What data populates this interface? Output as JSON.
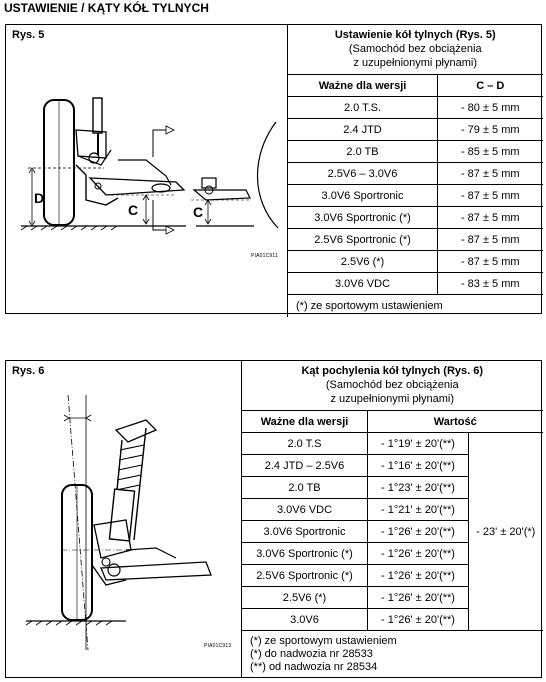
{
  "header": "USTAWIENIE / KĄTY KÓŁ TYLNYCH",
  "top": {
    "fig_label": "Rys. 5",
    "fig_code": "PIA01C911",
    "diagram_labels": {
      "d": "D",
      "c1": "C",
      "c2": "C"
    },
    "title": "Ustawienie kół tylnych (Rys. 5)",
    "subtitle1": "(Samochód bez obciążenia",
    "subtitle2": "z uzupełnionymi płynami)",
    "col1": "Ważne dla wersji",
    "col2": "C – D",
    "rows": [
      {
        "version": "2.0 T.S.",
        "value": "- 80 ± 5 mm"
      },
      {
        "version": "2.4 JTD",
        "value": "- 79 ± 5 mm"
      },
      {
        "version": "2.0 TB",
        "value": "- 85 ± 5 mm"
      },
      {
        "version": "2.5V6 – 3.0V6",
        "value": "- 87 ± 5 mm"
      },
      {
        "version": "3.0V6 Sportronic",
        "value": "- 87 ± 5 mm"
      },
      {
        "version": "3.0V6 Sportronic (*)",
        "value": "- 87 ± 5 mm"
      },
      {
        "version": "2.5V6 Sportronic (*)",
        "value": "- 87 ± 5 mm"
      },
      {
        "version": "2.5V6 (*)",
        "value": "- 87 ± 5 mm"
      },
      {
        "version": "3.0V6 VDC",
        "value": "- 83 ± 5 mm"
      }
    ],
    "note": "(*) ze sportowym ustawieniem"
  },
  "bottom": {
    "fig_label": "Rys. 6",
    "fig_code": "PIA01C913",
    "title": "Kąt pochylenia kół tylnych (Rys. 6)",
    "subtitle1": "(Samochód bez obciążenia",
    "subtitle2": "z uzupełnionymi płynami)",
    "col1": "Ważne dla wersji",
    "col2": "Wartość",
    "rows": [
      {
        "version": "2.0 T.S",
        "value": "- 1°19' ± 20'(**)"
      },
      {
        "version": "2.4 JTD – 2.5V6",
        "value": "- 1°16' ± 20'(**)"
      },
      {
        "version": "2.0 TB",
        "value": "- 1°23' ± 20'(**)"
      },
      {
        "version": "3.0V6 VDC",
        "value": "- 1°21' ± 20'(**)"
      },
      {
        "version": "3.0V6 Sportronic",
        "value": "- 1°26' ± 20'(**)"
      },
      {
        "version": "3.0V6 Sportronic (*)",
        "value": "- 1°26' ± 20'(**)"
      },
      {
        "version": "2.5V6 Sportronic (*)",
        "value": "- 1°26' ± 20'(**)"
      },
      {
        "version": "2.5V6 (*)",
        "value": "- 1°26' ± 20'(**)"
      },
      {
        "version": "3.0V6",
        "value": "- 1°26' ± 20'(**)"
      }
    ],
    "side_value": "- 23' ± 20'(*)",
    "notes": [
      "(*) ze sportowym ustawieniem",
      "(*) do nadwozia nr 28533",
      "(**) od nadwozia nr 28534"
    ]
  }
}
